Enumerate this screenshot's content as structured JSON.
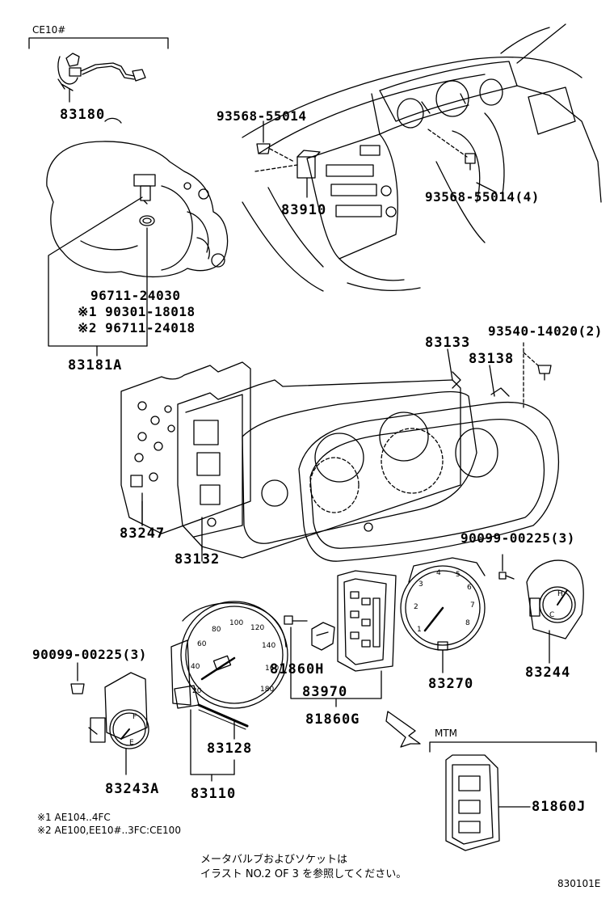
{
  "group_labels": {
    "ce10": "CE10#",
    "mtm": "MTM"
  },
  "parts": {
    "p83180": "83180",
    "p93568_1": "93568-55014",
    "p83910": "83910",
    "p93568_2": "93568-55014(4)",
    "p96711": "96711-24030",
    "p90301": "※1 90301-18018",
    "p96711b": "※2 96711-24018",
    "p83181a": "83181A",
    "p93540": "93540-14020(2)",
    "p83133": "83133",
    "p83138": "83138",
    "p83247": "83247",
    "p83132": "83132",
    "p90099a": "90099-00225(3)",
    "p83270": "83270",
    "p83244": "83244",
    "p90099b": "90099-00225(3)",
    "p81860h": "81860H",
    "p83970": "83970",
    "p81860g": "81860G",
    "p83128": "83128",
    "p83110": "83110",
    "p83243a": "83243A",
    "p81860j": "81860J"
  },
  "dial_text": {
    "speedo": [
      "20",
      "40",
      "60",
      "80",
      "100",
      "120",
      "140",
      "160",
      "180"
    ],
    "tacho": [
      "1",
      "2",
      "3",
      "4",
      "5",
      "6",
      "7",
      "8"
    ],
    "fuel": [
      "F",
      "E"
    ],
    "temp": [
      "H",
      "C"
    ]
  },
  "notes": {
    "n1": "※1 AE104..4FC",
    "n2": "※2 AE100,EE10#..3FC:CE100"
  },
  "japanese": {
    "line1": "メータバルブおよびソケットは",
    "line2": "イラスト NO.2 OF 3 を参照してください。"
  },
  "figure_id": "830101E"
}
